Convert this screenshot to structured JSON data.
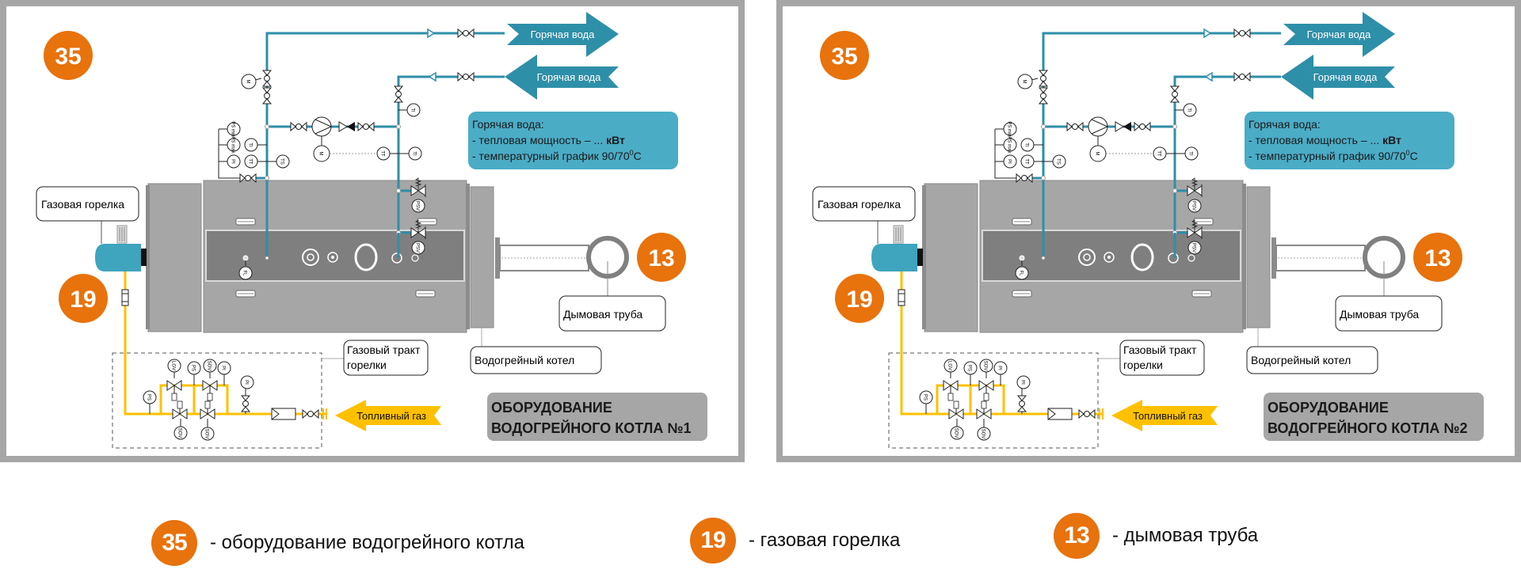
{
  "colors": {
    "orange": "#e8720c",
    "water": "#2e8fa8",
    "gas": "#ffc000",
    "boiler": "#a6a6a6",
    "boiler_dark": "#7f7f7f",
    "info_box": "#4bacc6",
    "title_box": "#a6a6a6"
  },
  "labels": {
    "hot_water_out": "Горячая вода",
    "hot_water_in": "Горячая вода",
    "gas_burner": "Газовая горелка",
    "chimney": "Дымовая труба",
    "gas_train_line1": "Газовый тракт",
    "gas_train_line2": "горелки",
    "boiler": "Водогрейный котел",
    "fuel_gas": "Топливный газ",
    "info_title": "Горячая вода:",
    "info_power": "- тепловая мощность – ... ",
    "info_power_unit": "кВт",
    "info_schedule": "- температурный график 90/70",
    "info_degree": "0",
    "info_celsius": "С"
  },
  "badges": {
    "boiler": "35",
    "burner": "19",
    "chimney": "13"
  },
  "instruments": {
    "motor": "M",
    "ps_min": "PS min",
    "ps_max": "PS max",
    "pi": "PI",
    "ti": "TI",
    "tt": "TT",
    "ts": "TS",
    "psv": "PSV",
    "fl": "FL",
    "lgv": "LGV",
    "ps": "PS",
    "sov": "SOV"
  },
  "panels": [
    {
      "title_line1": "ОБОРУДОВАНИЕ",
      "title_line2": "ВОДОГРЕЙНОГО КОТЛА №1"
    },
    {
      "title_line1": "ОБОРУДОВАНИЕ",
      "title_line2": "ВОДОГРЕЙНОГО КОТЛА №2"
    }
  ],
  "legend": [
    {
      "badge": "35",
      "text": "- оборудование водогрейного котла"
    },
    {
      "badge": "19",
      "text": "- газовая горелка"
    },
    {
      "badge": "13",
      "text": "- дымовая труба"
    }
  ]
}
